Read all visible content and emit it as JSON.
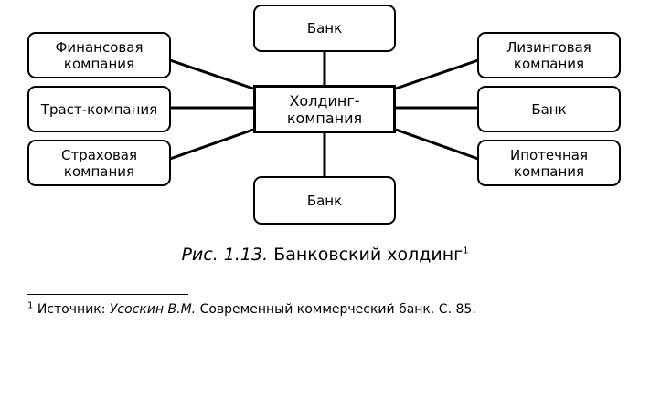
{
  "diagram": {
    "center": "Холдинг-\nкомпания",
    "top": "Банк",
    "bottom": "Банк",
    "left": [
      "Финансовая\nкомпания",
      "Траст-компания",
      "Страховая\nкомпания"
    ],
    "right": [
      "Лизинговая\nкомпания",
      "Банк",
      "Ипотечная\nкомпания"
    ]
  },
  "caption": {
    "label": "Рис. 1.13.",
    "title": "Банковский холдинг",
    "note_mark": "1"
  },
  "footnote": {
    "mark": "1",
    "source_label": "Источник:",
    "author": "Усоскин В.М.",
    "text": "Современный коммерческий банк. С. 85."
  }
}
